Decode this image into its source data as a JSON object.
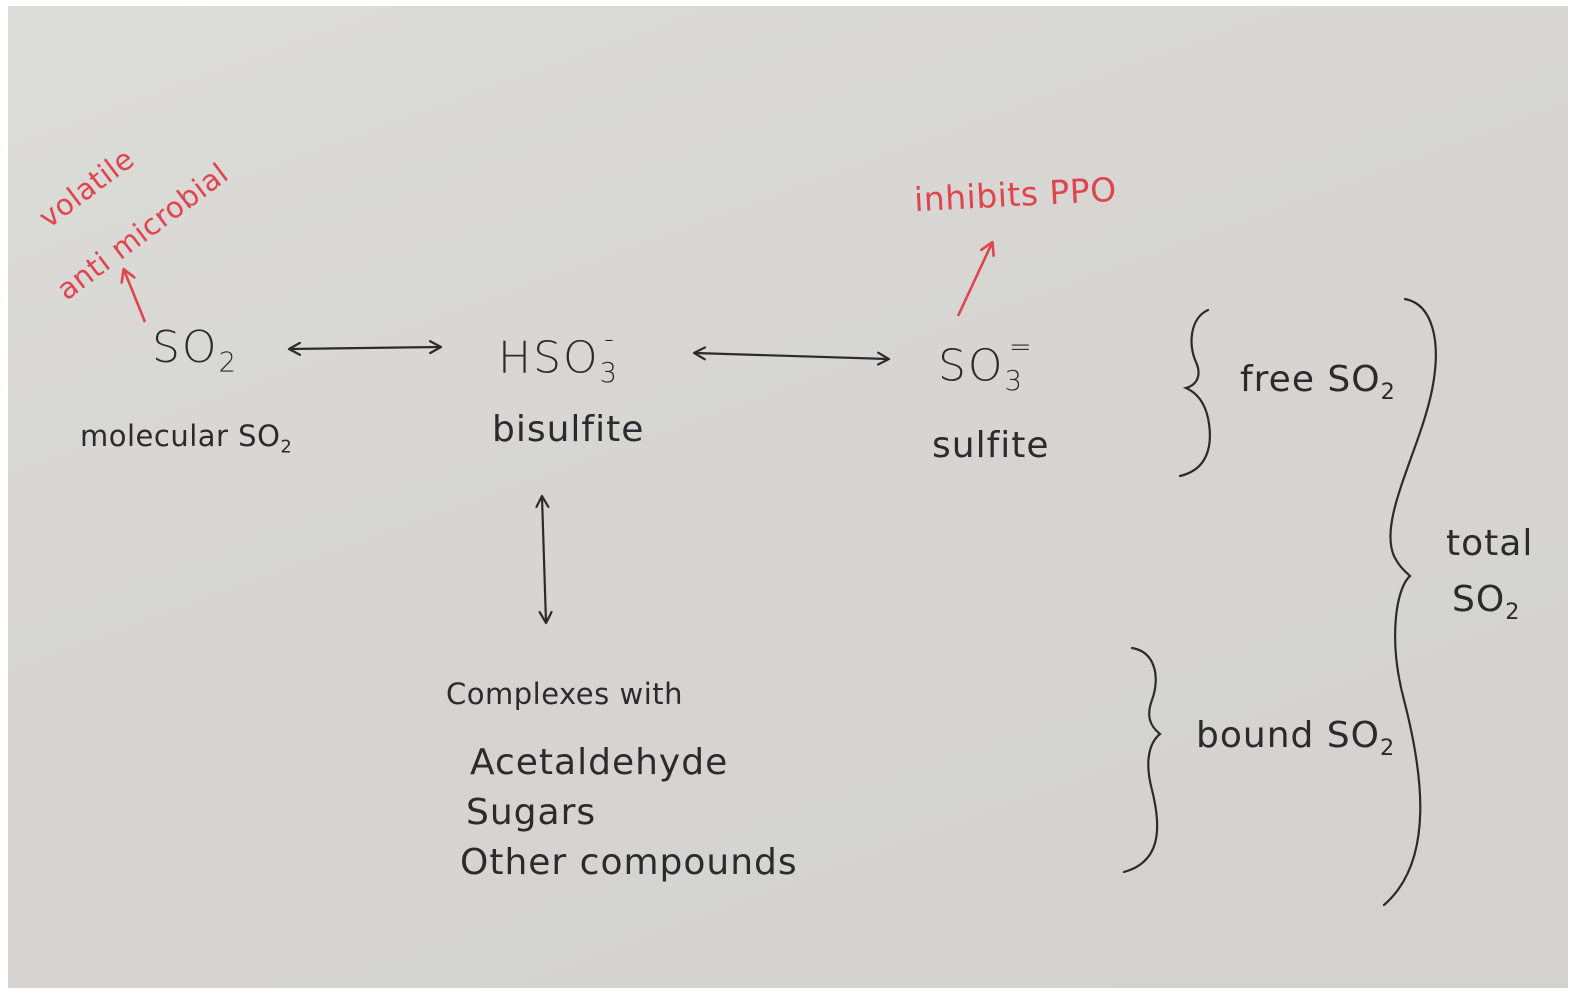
{
  "species": {
    "molecular": {
      "formula": "SO",
      "subscript": "2",
      "label": "molecular SO",
      "label_subscript": "2"
    },
    "bisulfite": {
      "formula": "HSO",
      "subscript": "3",
      "charge": "-",
      "label": "bisulfite"
    },
    "sulfite": {
      "formula": "SO",
      "subscript": "3",
      "charge": "=",
      "label": "sulfite"
    }
  },
  "annotations": {
    "molecular_line1": "volatile",
    "molecular_line2": "anti microbial",
    "sulfite_effect": "inhibits PPO"
  },
  "complexes": {
    "heading": "Complexes with",
    "items": [
      "Acetaldehyde",
      "Sugars",
      "Other compounds"
    ]
  },
  "groups": {
    "free": {
      "label": "free SO",
      "subscript": "2"
    },
    "bound": {
      "label": "bound SO",
      "subscript": "2"
    },
    "total": {
      "line1": "total",
      "line2": "SO",
      "subscript": "2"
    }
  },
  "colors": {
    "ink": "#2b2b2e",
    "accent": "#e0454f",
    "paper": "#d8d7d3"
  }
}
